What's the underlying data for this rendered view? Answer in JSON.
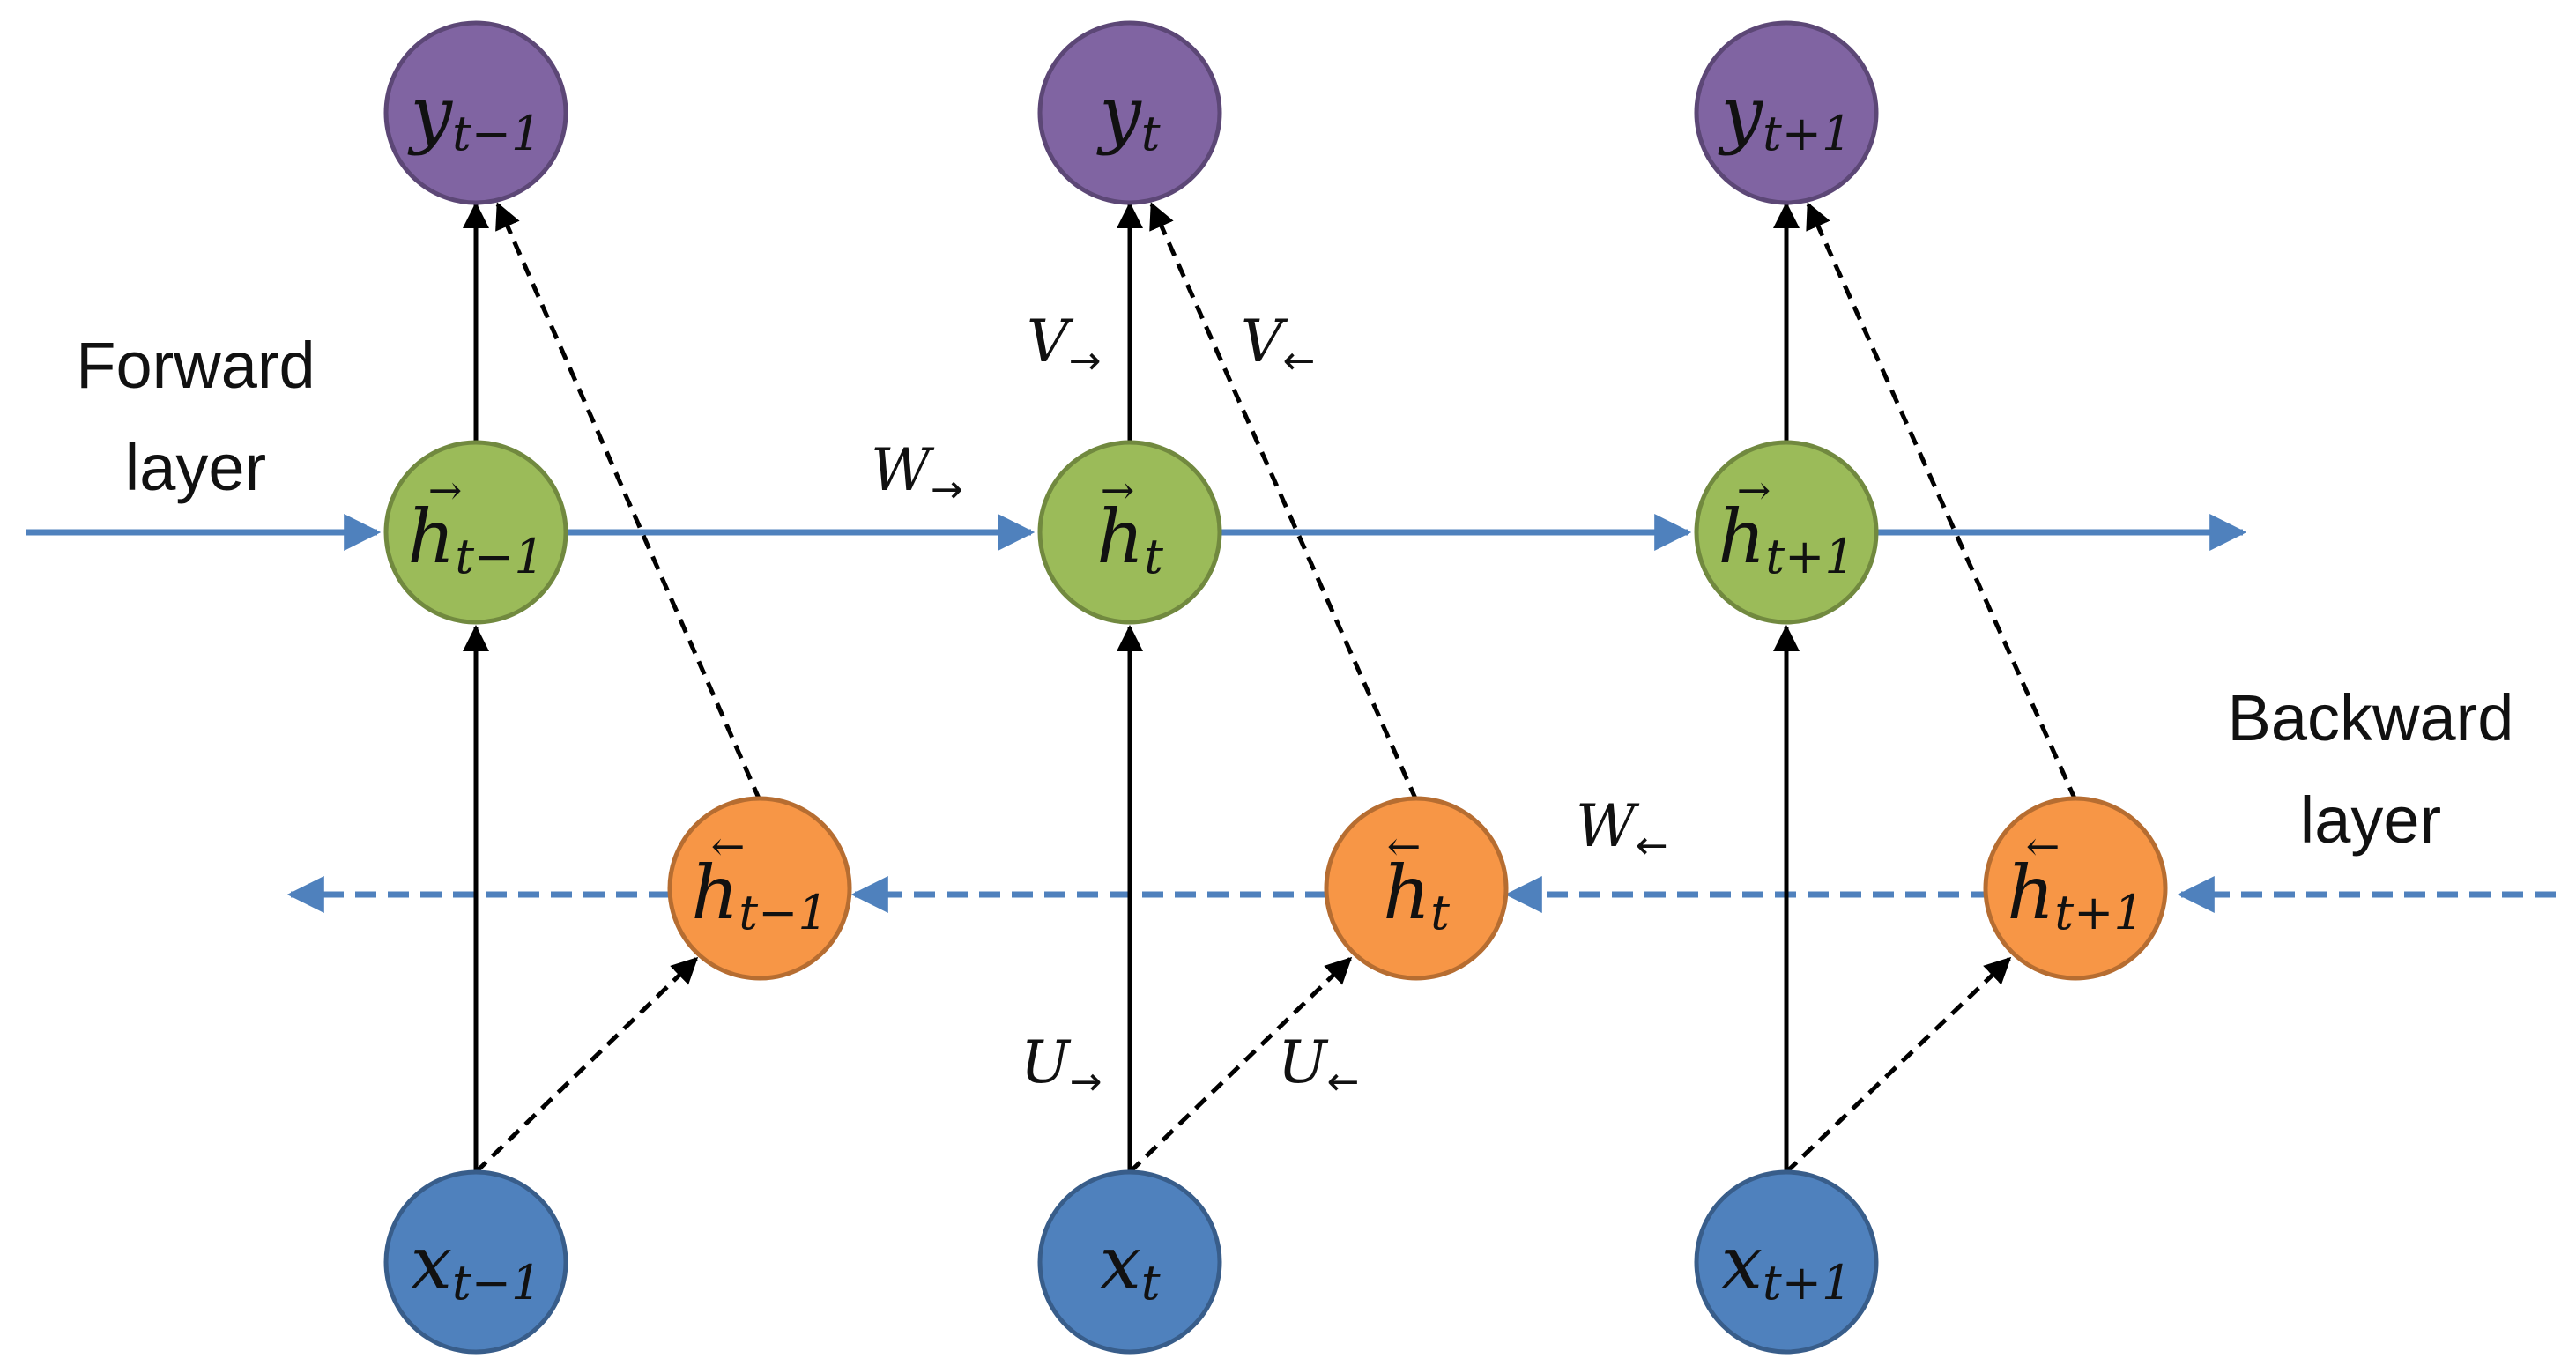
{
  "labels": {
    "forward_line1": "Forward",
    "forward_line2": "layer",
    "backward_line1": "Backward",
    "backward_line2": "layer"
  },
  "nodes": {
    "outputs": [
      {
        "base": "y",
        "sub": "t−1"
      },
      {
        "base": "y",
        "sub": "t"
      },
      {
        "base": "y",
        "sub": "t+1"
      }
    ],
    "forward_hidden": [
      {
        "base": "h",
        "sub": "t−1",
        "accent": "→"
      },
      {
        "base": "h",
        "sub": "t",
        "accent": "→"
      },
      {
        "base": "h",
        "sub": "t+1",
        "accent": "→"
      }
    ],
    "backward_hidden": [
      {
        "base": "h",
        "sub": "t−1",
        "accent": "←"
      },
      {
        "base": "h",
        "sub": "t",
        "accent": "←"
      },
      {
        "base": "h",
        "sub": "t+1",
        "accent": "←"
      }
    ],
    "inputs": [
      {
        "base": "x",
        "sub": "t−1"
      },
      {
        "base": "x",
        "sub": "t"
      },
      {
        "base": "x",
        "sub": "t+1"
      }
    ]
  },
  "weights": {
    "v_forward": {
      "base": "V",
      "sub": "→"
    },
    "v_backward": {
      "base": "V",
      "sub": "←"
    },
    "w_forward": {
      "base": "W",
      "sub": "→"
    },
    "w_backward": {
      "base": "W",
      "sub": "←"
    },
    "u_forward": {
      "base": "U",
      "sub": "→"
    },
    "u_backward": {
      "base": "U",
      "sub": "←"
    }
  },
  "colors": {
    "output": "#8064a2",
    "output_stroke": "#5c4776",
    "forward": "#9bbb59",
    "forward_stroke": "#71893f",
    "backward": "#f79646",
    "backward_stroke": "#b66d31",
    "input": "#4f81bd",
    "input_stroke": "#385d8a",
    "flow": "#4f81bd",
    "connection": "#000000"
  }
}
